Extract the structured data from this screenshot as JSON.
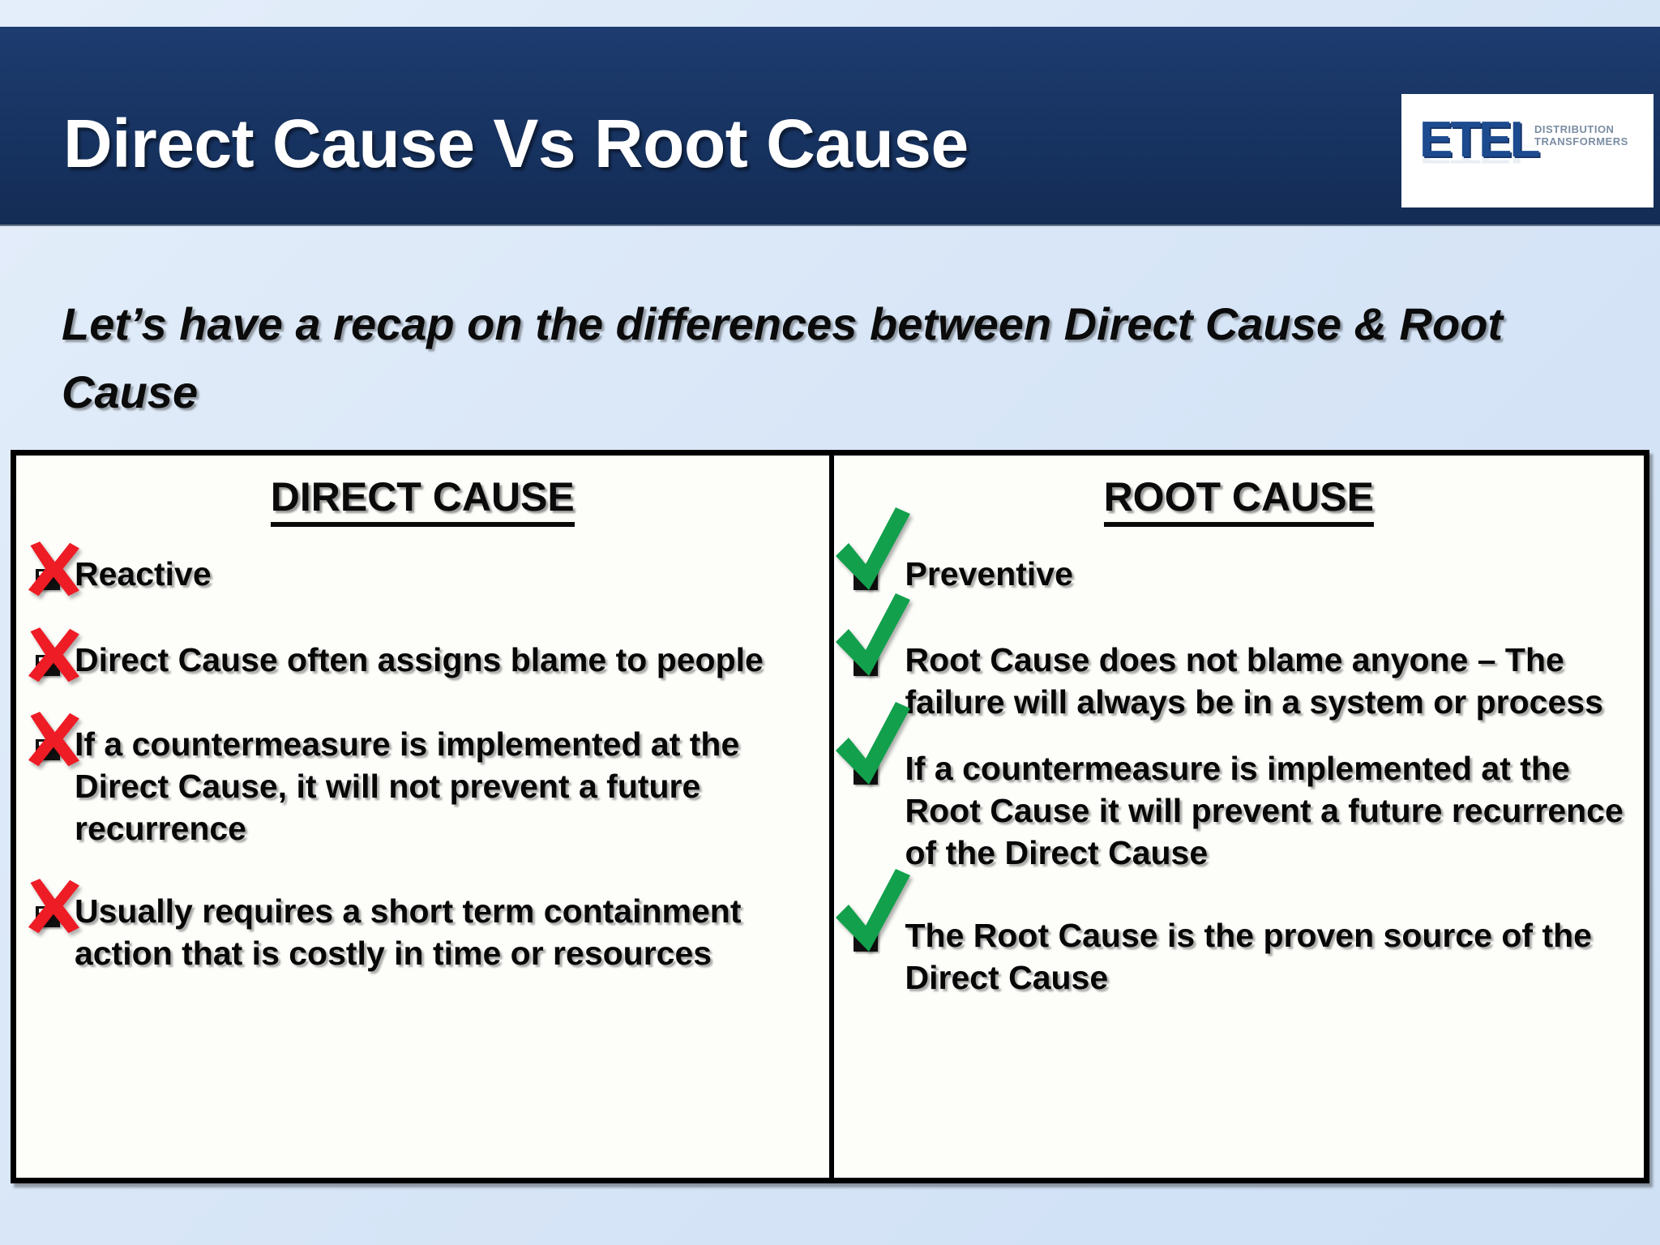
{
  "slide": {
    "title": "Direct Cause Vs Root Cause",
    "subtitle": "Let’s have a recap on the differences between Direct Cause & Root Cause",
    "colors": {
      "title_bar": "#17346a",
      "background": "#d8e6f7",
      "cross_red": "#ee1c25",
      "check_green": "#12a04c",
      "text_black": "#070707"
    }
  },
  "logo": {
    "word": "ETEL",
    "tagline_line1": "DISTRIBUTION",
    "tagline_line2": "TRANSFORMERS"
  },
  "table": {
    "columns": [
      {
        "header": "DIRECT CAUSE",
        "marker": "cross-mark-icon",
        "items": [
          "Reactive",
          "Direct Cause often assigns blame to people",
          "If a countermeasure is implemented at the Direct Cause, it will not prevent a future recurrence",
          "Usually requires a short term containment action that is costly in time or resources"
        ]
      },
      {
        "header": "ROOT CAUSE",
        "marker": "check-mark-icon",
        "items": [
          "Preventive",
          "Root Cause does not blame anyone – The failure will always be in a system or process",
          "If a countermeasure is implemented at the Root Cause it will prevent a future recurrence of the Direct Cause",
          "The Root Cause is the proven source of the Direct Cause"
        ]
      }
    ]
  }
}
